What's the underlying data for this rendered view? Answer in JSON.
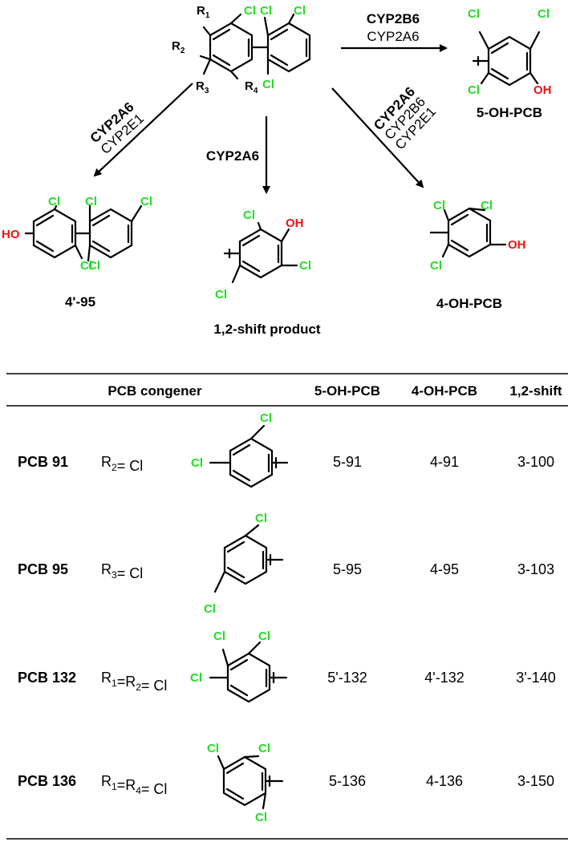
{
  "reaction": {
    "parent_labels": {
      "r1": "R",
      "r1_sub": "1",
      "r2": "R",
      "r2_sub": "2",
      "r3": "R",
      "r3_sub": "3",
      "r4": "R",
      "r4_sub": "4"
    },
    "atoms": {
      "cl": "Cl",
      "oh": "OH",
      "ho": "HO"
    },
    "enzymes": {
      "to_5oh": {
        "primary": "CYP2B6",
        "secondary": "CYP2A6"
      },
      "to_4prime95": {
        "primary": "CYP2A6",
        "secondary": "CYP2E1"
      },
      "to_shift": {
        "primary": "CYP2A6"
      },
      "to_4oh": {
        "primary": "CYP2A6",
        "secondary": "CYP2B6",
        "tertiary": "CYP2E1"
      }
    },
    "products": {
      "five_oh": "5-OH-PCB",
      "four_prime_95": "4'-95",
      "shift": "1,2-shift product",
      "four_oh": "4-OH-PCB"
    }
  },
  "table": {
    "headers": {
      "congener": "PCB congener",
      "five_oh": "5-OH-PCB",
      "four_oh": "4-OH-PCB",
      "shift": "1,2-shift"
    },
    "rows": [
      {
        "name": "PCB 91",
        "subst": [
          [
            "R",
            "2"
          ],
          [
            "= Cl",
            ""
          ]
        ],
        "five_oh": "5-91",
        "four_oh": "4-91",
        "shift": "3-100"
      },
      {
        "name": "PCB 95",
        "subst": [
          [
            "R",
            "3"
          ],
          [
            "= Cl",
            ""
          ]
        ],
        "five_oh": "5-95",
        "four_oh": "4-95",
        "shift": "3-103"
      },
      {
        "name": "PCB 132",
        "subst": [
          [
            "R",
            "1"
          ],
          [
            "=R",
            "2"
          ],
          [
            "= Cl",
            ""
          ]
        ],
        "five_oh": "5'-132",
        "four_oh": "4'-132",
        "shift": "3'-140"
      },
      {
        "name": "PCB 136",
        "subst": [
          [
            "R",
            "1"
          ],
          [
            "=R",
            "4"
          ],
          [
            "= Cl",
            ""
          ]
        ],
        "five_oh": "5-136",
        "four_oh": "4-136",
        "shift": "3-150"
      }
    ]
  }
}
